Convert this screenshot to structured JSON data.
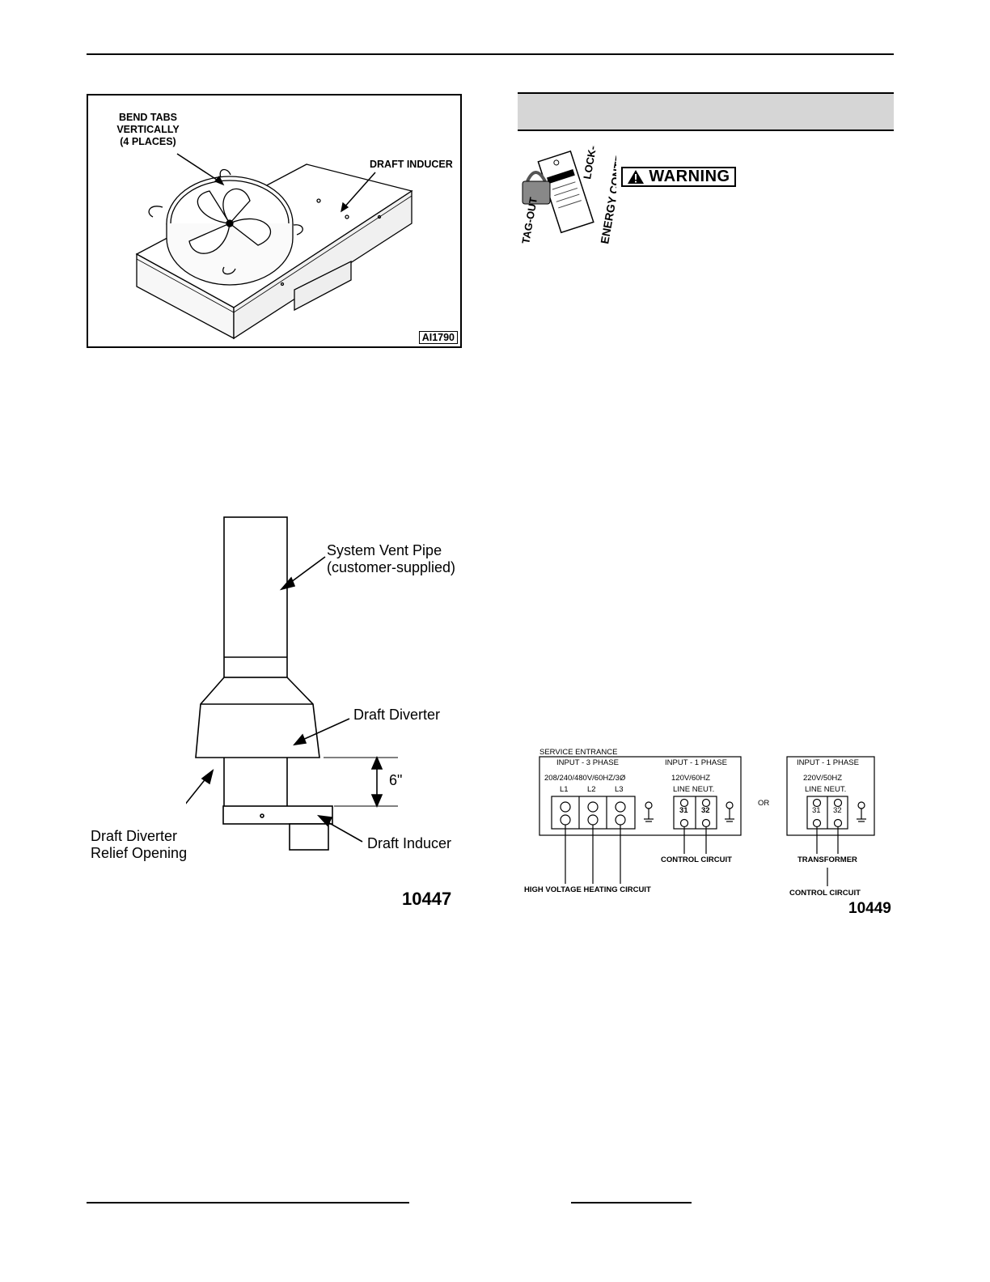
{
  "figure_draft_inducer": {
    "callout_tabs": [
      "BEND TABS",
      "VERTICALLY",
      "(4 PLACES)"
    ],
    "callout_inducer": "DRAFT INDUCER",
    "figure_id": "AI1790"
  },
  "warning": {
    "label": "WARNING",
    "tag_lockout": "LOCK-OUT",
    "tag_tagout": "TAG-OUT",
    "tag_energy": "ENERGY CONTROL"
  },
  "figure_vent": {
    "vent_pipe": [
      "System Vent Pipe",
      "(customer-supplied)"
    ],
    "draft_diverter": "Draft Diverter",
    "relief_opening": [
      "Draft Diverter",
      "Relief Opening"
    ],
    "draft_inducer": "Draft Inducer",
    "dimension": "6\"",
    "figure_id": "10447"
  },
  "figure_wiring": {
    "service_entrance": "SERVICE ENTRANCE",
    "input_3phase": "INPUT - 3 PHASE",
    "voltage_3phase": "208/240/480V/60HZ/3Ø",
    "terminals_3phase": [
      "L1",
      "L2",
      "L3"
    ],
    "input_1phase": "INPUT - 1 PHASE",
    "voltage_120": "120V/60HZ",
    "line_neut": "LINE NEUT.",
    "terminal_31": "31",
    "terminal_32": "32",
    "or_label": "OR",
    "input_1phase_b": "INPUT - 1 PHASE",
    "voltage_220": "220V/50HZ",
    "line_neut_b": "LINE NEUT.",
    "control_circuit": "CONTROL CIRCUIT",
    "high_voltage": "HIGH VOLTAGE HEATING CIRCUIT",
    "transformer": "TRANSFORMER",
    "control_circuit_b": "CONTROL CIRCUIT",
    "figure_id": "10449"
  }
}
